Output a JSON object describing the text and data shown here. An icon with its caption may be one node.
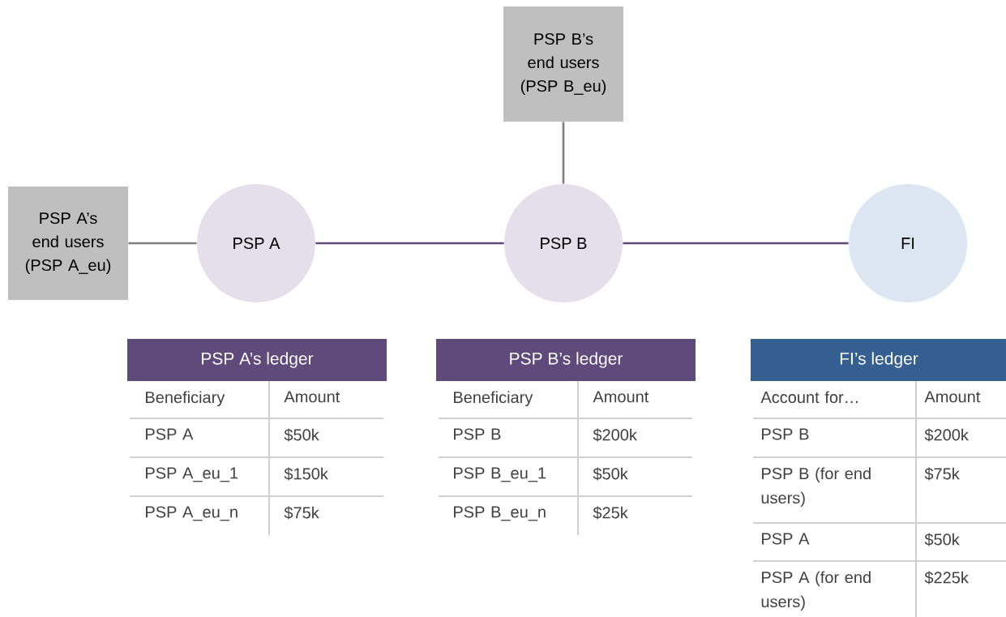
{
  "diagram": {
    "nodes": [
      {
        "text": [
          "PSP B’s end users (PSP B_eu)"
        ]
      },
      {
        "text": [
          "PSP A’s end users (PSP A_eu)"
        ]
      },
      {
        "text": [
          "PSP A"
        ]
      },
      {
        "text": [
          "PSP B"
        ]
      },
      {
        "text": [
          "FI"
        ]
      },
      {
        "text": [
          "PSP A’s ledger"
        ]
      },
      {
        "text": [
          "PSP B’s ledger"
        ]
      },
      {
        "text": [
          "FI’s ledger"
        ]
      }
    ],
    "edges": [
      {
        "from": 1,
        "to": 2,
        "arrow": "none",
        "color": "#7f7f7f"
      },
      {
        "from": 0,
        "to": 3,
        "arrow": "none",
        "color": "#7f7f7f"
      },
      {
        "from": 2,
        "to": 3,
        "arrow": "none",
        "color": "#5f497a"
      },
      {
        "from": 3,
        "to": 4,
        "arrow": "none",
        "color": "#5f497a"
      }
    ],
    "labels": [
      "Beneficiary",
      "Amount",
      "PSP A",
      "$50k",
      "PSP A_eu_1",
      "$150k",
      "PSP A_eu_n",
      "$75k",
      "Beneficiary",
      "Amount",
      "PSP B",
      "$200k",
      "PSP B_eu_1",
      "$50k",
      "PSP B_eu_n",
      "$25k",
      "Account for…",
      "Amount",
      "PSP B",
      "$200k",
      "PSP B (for end users)",
      "$75k",
      "PSP A",
      "$50k",
      "PSP A (for end users)",
      "$225k"
    ]
  }
}
